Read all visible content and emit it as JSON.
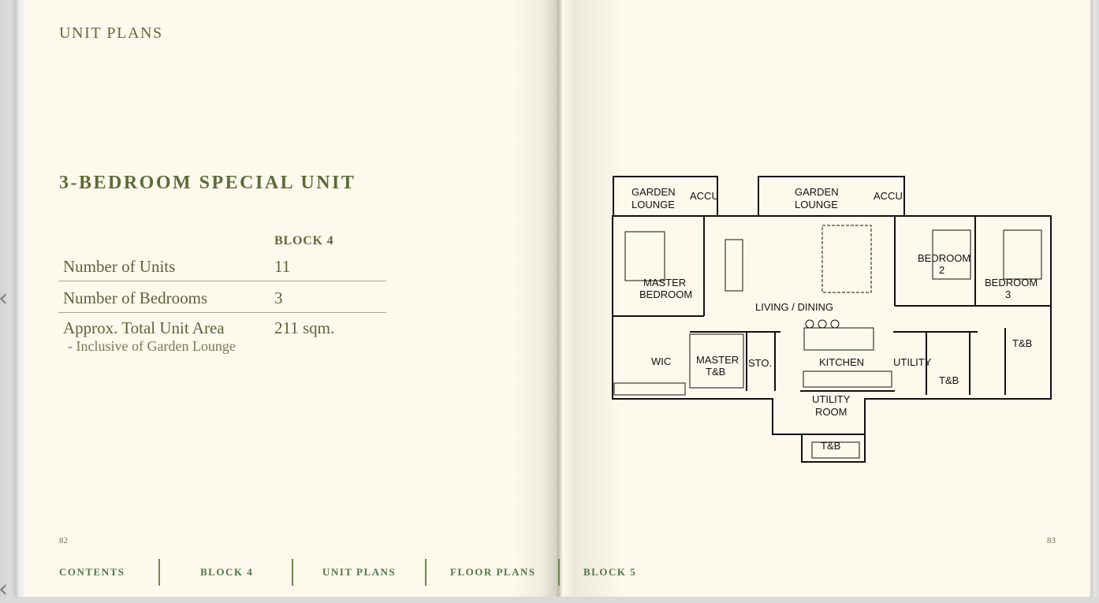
{
  "viewer": {
    "prev_arrow": "‹",
    "prev_arrow_2": "‹"
  },
  "left_page": {
    "section_label": "UNIT PLANS",
    "unit_title": "3-BEDROOM SPECIAL UNIT",
    "table": {
      "column_header": "BLOCK 4",
      "rows": [
        {
          "label": "Number of Units",
          "value": "11"
        },
        {
          "label": "Number of Bedrooms",
          "value": "3"
        },
        {
          "label": "Approx. Total Unit Area",
          "value": "211 sqm.",
          "note": "- Inclusive of Garden Lounge"
        }
      ]
    },
    "page_number": "82"
  },
  "right_page": {
    "page_number": "83",
    "floorplan_labels": {
      "garden_lounge_1_l1": "GARDEN",
      "garden_lounge_1_l2": "LOUNGE",
      "accu_1": "ACCU",
      "garden_lounge_2_l1": "GARDEN",
      "garden_lounge_2_l2": "LOUNGE",
      "accu_2": "ACCU",
      "master_bedroom_l1": "MASTER",
      "master_bedroom_l2": "BEDROOM",
      "living_dining": "LIVING / DINING",
      "bedroom2_l1": "BEDROOM",
      "bedroom2_l2": "2",
      "bedroom3_l1": "BEDROOM",
      "bedroom3_l2": "3",
      "wic": "WIC",
      "master_tb_l1": "MASTER",
      "master_tb_l2": "T&B",
      "sto": "STO.",
      "kitchen": "KITCHEN",
      "utility": "UTILITY",
      "tb_1": "T&B",
      "tb_2": "T&B",
      "utility_room_l1": "UTILITY",
      "utility_room_l2": "ROOM",
      "tb_3": "T&B"
    }
  },
  "bottom_nav": {
    "items": [
      {
        "label": "CONTENTS"
      },
      {
        "label": "BLOCK 4"
      },
      {
        "label": "UNIT PLANS"
      },
      {
        "label": "FLOOR PLANS"
      },
      {
        "label": "BLOCK 5"
      }
    ]
  },
  "colors": {
    "page_background": "#fdf9ec",
    "heading_olive": "#5b6b3a",
    "nav_green": "#4f7848",
    "floorplan_line": "#111111"
  }
}
